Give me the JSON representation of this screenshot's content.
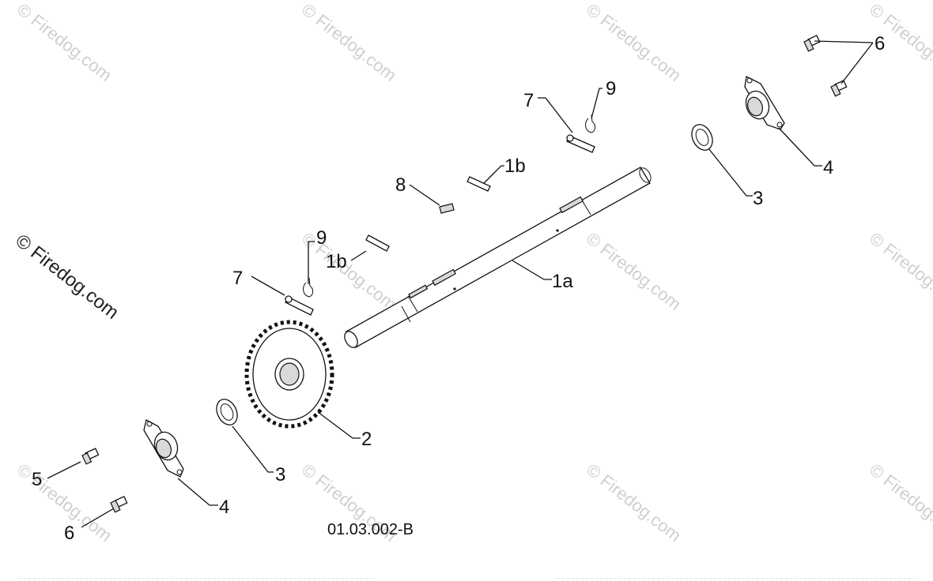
{
  "watermark": {
    "text": "© Firedog.com"
  },
  "drawing_code": "01.03.002-B",
  "callouts": {
    "c1a": "1a",
    "c1b_top": "1b",
    "c1b_mid": "1b",
    "c2": "2",
    "c3_right": "3",
    "c3_left": "3",
    "c4_right": "4",
    "c4_left": "4",
    "c5": "5",
    "c6_top": "6",
    "c6_bottom": "6",
    "c7_top": "7",
    "c7_left": "7",
    "c8": "8",
    "c9_top": "9",
    "c9_left": "9"
  }
}
